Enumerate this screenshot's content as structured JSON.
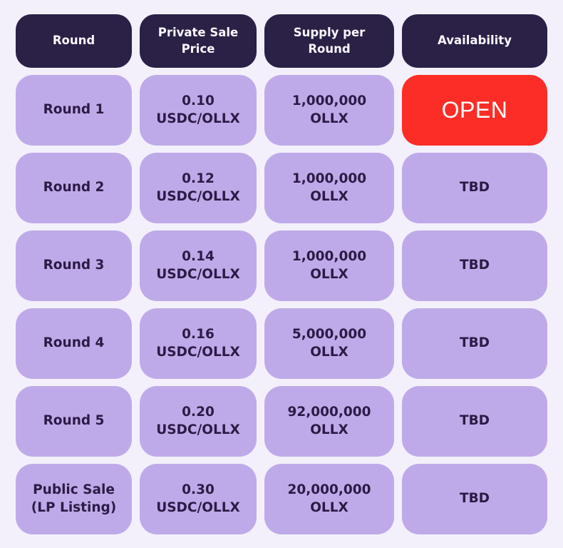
{
  "colors": {
    "page_background": "#f3f0fb",
    "header_bg": "#2b2045",
    "header_text": "#faf8fd",
    "cell_bg": "#bfaae9",
    "cell_text": "#2b1b45",
    "open_bg": "#fb2d26",
    "open_text": "#ffffff"
  },
  "chart_data": {
    "type": "table",
    "columns": [
      "Round",
      "Private Sale Price",
      "Supply per Round",
      "Availability"
    ],
    "rows": [
      {
        "round": [
          "Round 1"
        ],
        "price": [
          "0.10",
          "USDC/OLLX"
        ],
        "supply": [
          "1,000,000",
          "OLLX"
        ],
        "availability": "OPEN",
        "status": "open"
      },
      {
        "round": [
          "Round 2"
        ],
        "price": [
          "0.12",
          "USDC/OLLX"
        ],
        "supply": [
          "1,000,000",
          "OLLX"
        ],
        "availability": "TBD",
        "status": "tbd"
      },
      {
        "round": [
          "Round 3"
        ],
        "price": [
          "0.14",
          "USDC/OLLX"
        ],
        "supply": [
          "1,000,000",
          "OLLX"
        ],
        "availability": "TBD",
        "status": "tbd"
      },
      {
        "round": [
          "Round 4"
        ],
        "price": [
          "0.16",
          "USDC/OLLX"
        ],
        "supply": [
          "5,000,000",
          "OLLX"
        ],
        "availability": "TBD",
        "status": "tbd"
      },
      {
        "round": [
          "Round 5"
        ],
        "price": [
          "0.20",
          "USDC/OLLX"
        ],
        "supply": [
          "92,000,000",
          "OLLX"
        ],
        "availability": "TBD",
        "status": "tbd"
      },
      {
        "round": [
          "Public Sale",
          "(LP Listing)"
        ],
        "price": [
          "0.30",
          "USDC/OLLX"
        ],
        "supply": [
          "20,000,000",
          "OLLX"
        ],
        "availability": "TBD",
        "status": "tbd"
      }
    ]
  }
}
